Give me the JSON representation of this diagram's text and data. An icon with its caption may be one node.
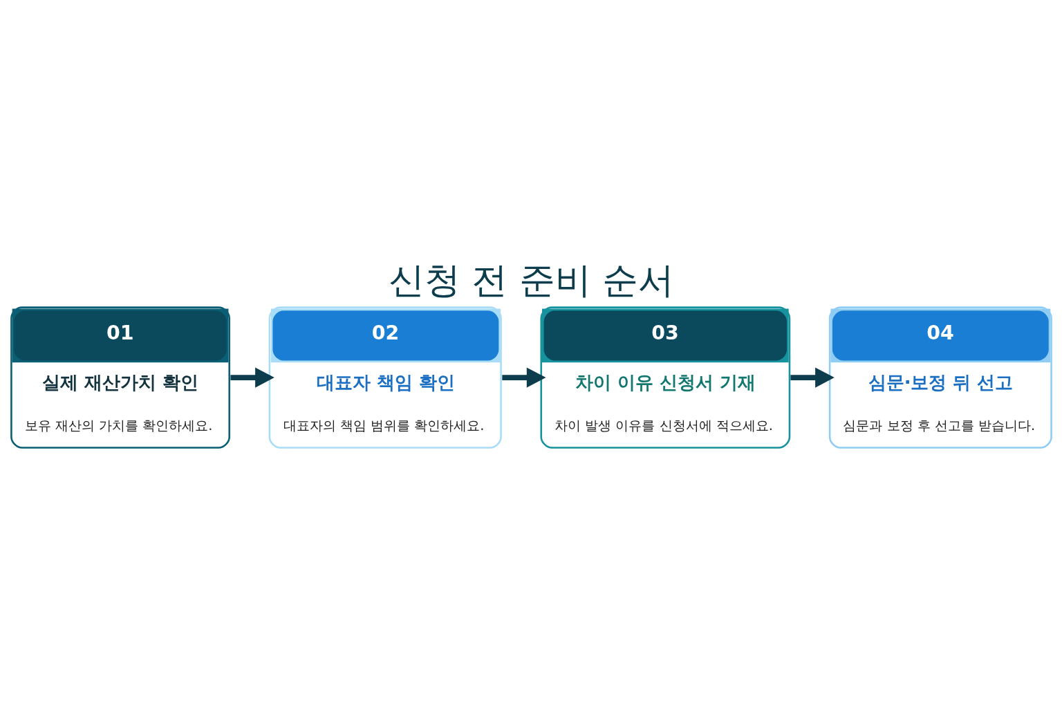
{
  "diagram": {
    "title": "신청 전 준비 순서",
    "nodes": [
      {
        "text": [
          "01",
          "실제 재산가치 확인",
          "보유 재산의 가치를 확인하세요."
        ]
      },
      {
        "text": [
          "02",
          "대표자 책임 확인",
          "대표자의 책임 범위를 확인하세요."
        ]
      },
      {
        "text": [
          "03",
          "차이 이유 신청서 기재",
          "차이 발생 이유를 신청서에 적으세요."
        ]
      },
      {
        "text": [
          "04",
          "심문·보정 뒤 선고",
          "심문과 보정 후 선고를 받습니다."
        ]
      }
    ],
    "edges": [
      {
        "from": 0,
        "to": 1,
        "arrow": "to"
      },
      {
        "from": 1,
        "to": 2,
        "arrow": "to"
      },
      {
        "from": 2,
        "to": 3,
        "arrow": "to"
      }
    ]
  }
}
